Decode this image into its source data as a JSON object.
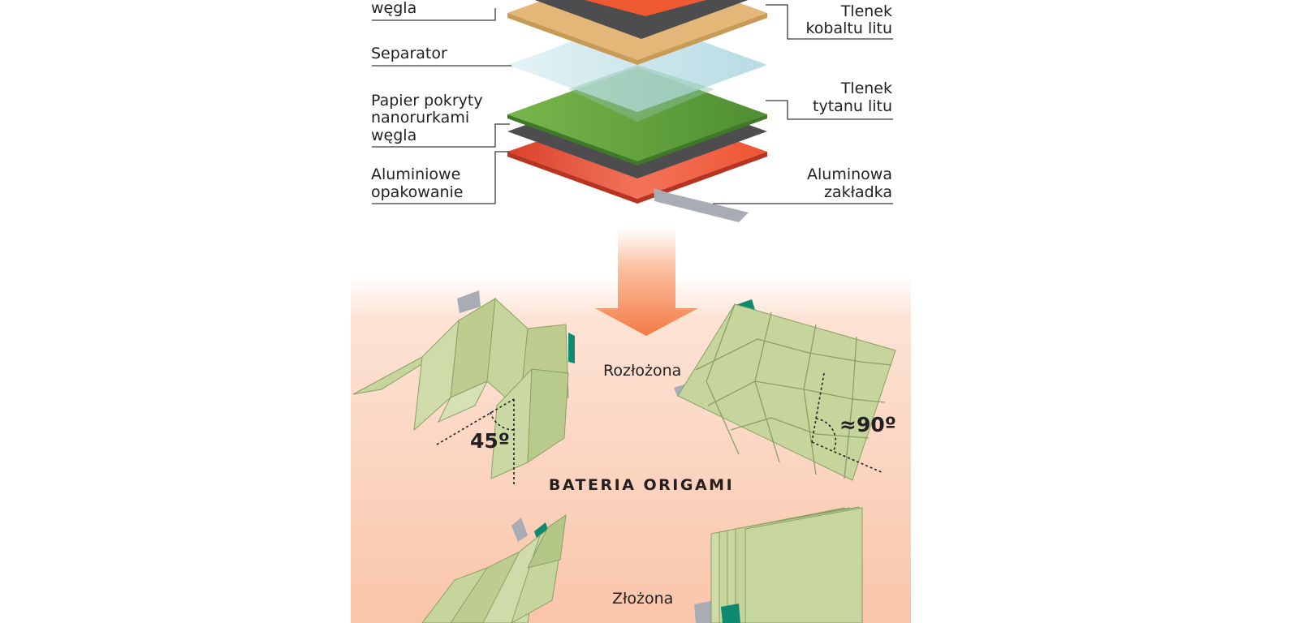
{
  "top_labels": {
    "weglа_top": "węgla",
    "separator": "Separator",
    "papier_line1": "Papier pokryty",
    "papier_line2": "nanorurkami",
    "papier_line3": "węgla",
    "aluminiowe_line1": "Aluminiowe",
    "aluminiowe_line2": "opakowanie",
    "kobalt_line1": "Tlenek",
    "kobalt_line2": "kobaltu litu",
    "tytan_line1": "Tlenek",
    "tytan_line2": "tytanu litu",
    "zakladka_line1": "Aluminowa",
    "zakladka_line2": "zakładka"
  },
  "origami": {
    "title": "BATERIA ORIGAMI",
    "unfolded": "Rozłożona",
    "folded": "Złożona",
    "angle_45": "45º",
    "angle_90": "≈90º"
  },
  "colors": {
    "orange_layer": "#ef5a32",
    "dark_layer": "#4d4d4f",
    "tan_layer": "#e3b777",
    "separator_layer": "#bfe3ea",
    "green_layer": "#5d9e3a",
    "paper_green": "#c5d59c",
    "tab_gray": "#a9acb5",
    "tab_teal": "#0d8a70",
    "arrow": "#f47a45",
    "background_peach": "#f9c8ae"
  }
}
